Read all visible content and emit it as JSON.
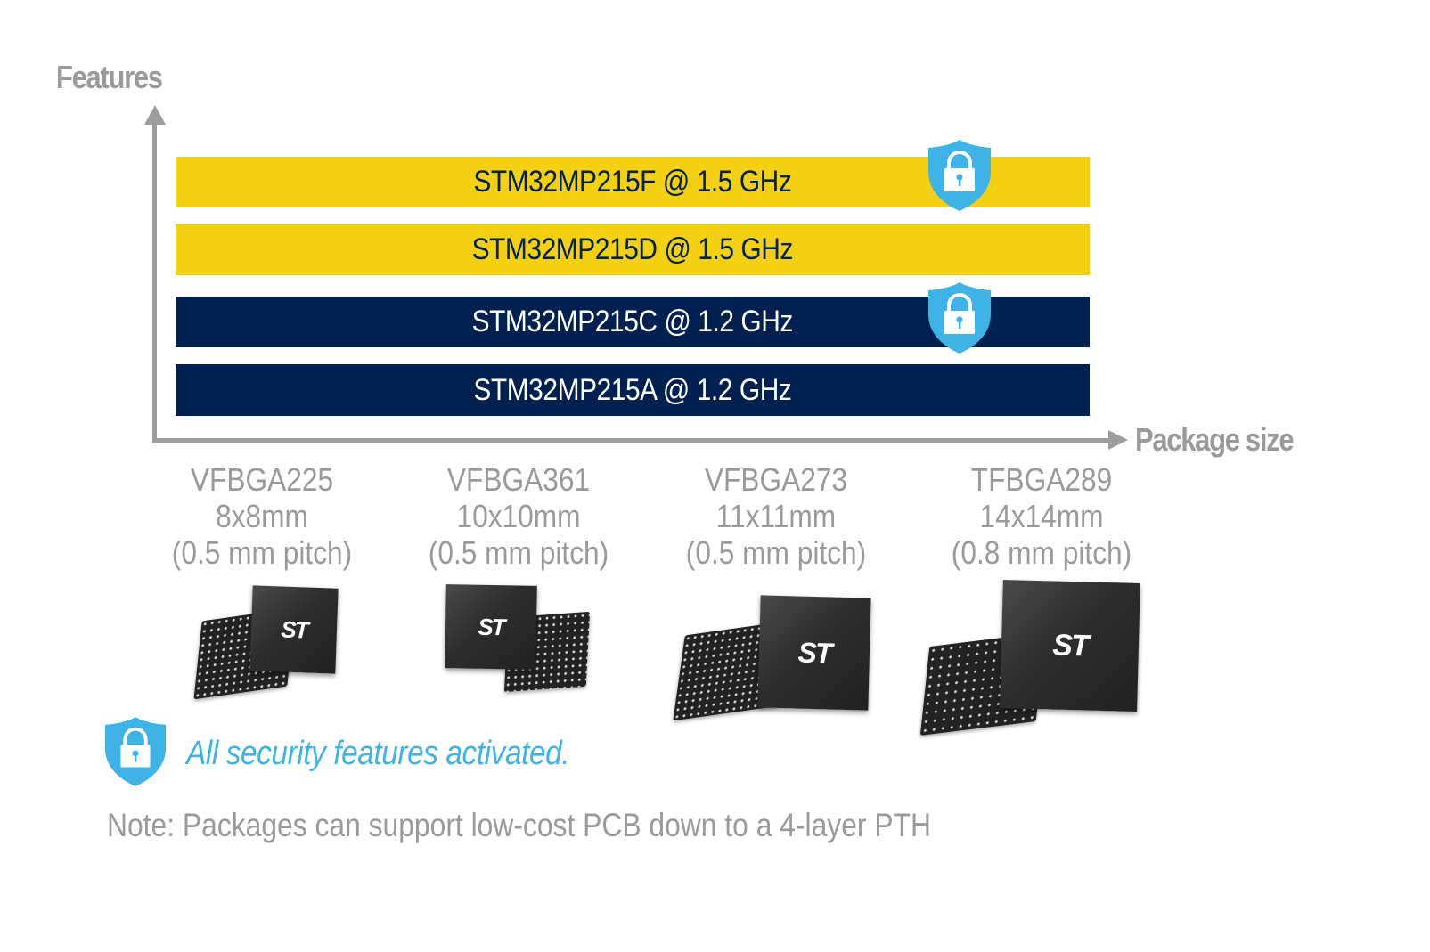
{
  "axes": {
    "y_label": "Features",
    "x_label": "Package size",
    "axis_color": "#9d9d9d"
  },
  "colors": {
    "yellow": "#f3d012",
    "navy": "#00214f",
    "shield_blue": "#3fb3e6",
    "label_gray": "#9a9a9a",
    "chip_dark": "#262626"
  },
  "products": [
    {
      "label": "STM32MP215F @ 1.5 GHz",
      "part": "STM32MP215F",
      "frequency": "1.5 GHz",
      "color": "yellow",
      "security": true
    },
    {
      "label": "STM32MP215D @ 1.5 GHz",
      "part": "STM32MP215D",
      "frequency": "1.5 GHz",
      "color": "yellow",
      "security": false
    },
    {
      "label": "STM32MP215C @ 1.2 GHz",
      "part": "STM32MP215C",
      "frequency": "1.2 GHz",
      "color": "navy",
      "security": true
    },
    {
      "label": "STM32MP215A @ 1.2 GHz",
      "part": "STM32MP215A",
      "frequency": "1.2 GHz",
      "color": "navy",
      "security": false
    }
  ],
  "packages": [
    {
      "name": "VFBGA225",
      "size": "8x8mm",
      "pitch": "(0.5 mm pitch)"
    },
    {
      "name": "VFBGA361",
      "size": "10x10mm",
      "pitch": "(0.5 mm pitch)"
    },
    {
      "name": "VFBGA273",
      "size": "11x11mm",
      "pitch": "(0.5 mm pitch)"
    },
    {
      "name": "TFBGA289",
      "size": "14x14mm",
      "pitch": "(0.8 mm pitch)"
    }
  ],
  "chip_logo": "ST",
  "legend": {
    "icon": "shield-lock-icon",
    "text": "All security features activated."
  },
  "note": "Note: Packages can support low-cost PCB down to a 4-layer PTH"
}
